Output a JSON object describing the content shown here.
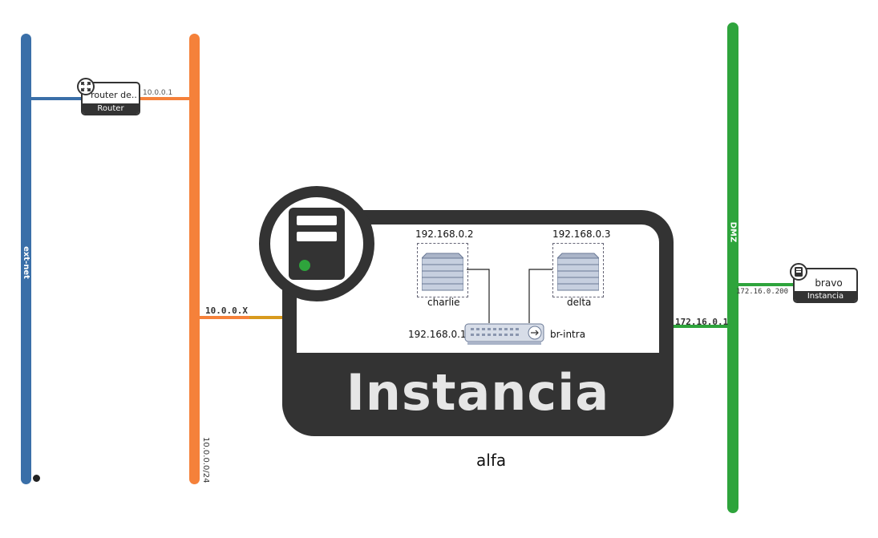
{
  "networks": {
    "ext_net": {
      "label": "ext-net",
      "color": "#3a6fa8"
    },
    "internal": {
      "label": "10.0.0.0/24",
      "color": "#f5813a"
    },
    "dmz": {
      "label": "DMZ",
      "color": "#2ea43c"
    }
  },
  "router": {
    "name": "router de..",
    "type": "Router",
    "ip": "10.0.0.1",
    "icon": "router-icon"
  },
  "bravo": {
    "name": "bravo",
    "type": "Instancia",
    "ip": "172.16.0.200",
    "icon": "server-icon"
  },
  "alfa": {
    "name": "alfa",
    "banner": "Instancia",
    "ip_internal": "10.0.0.X",
    "ip_dmz": "172.16.0.1",
    "icon": "server-icon",
    "inner": {
      "charlie": {
        "name": "charlie",
        "ip": "192.168.0.2",
        "icon": "rack-server-icon"
      },
      "delta": {
        "name": "delta",
        "ip": "192.168.0.3",
        "icon": "rack-server-icon"
      },
      "switch": {
        "name": "br-intra",
        "ip": "192.168.0.1",
        "icon": "switch-icon"
      }
    }
  }
}
